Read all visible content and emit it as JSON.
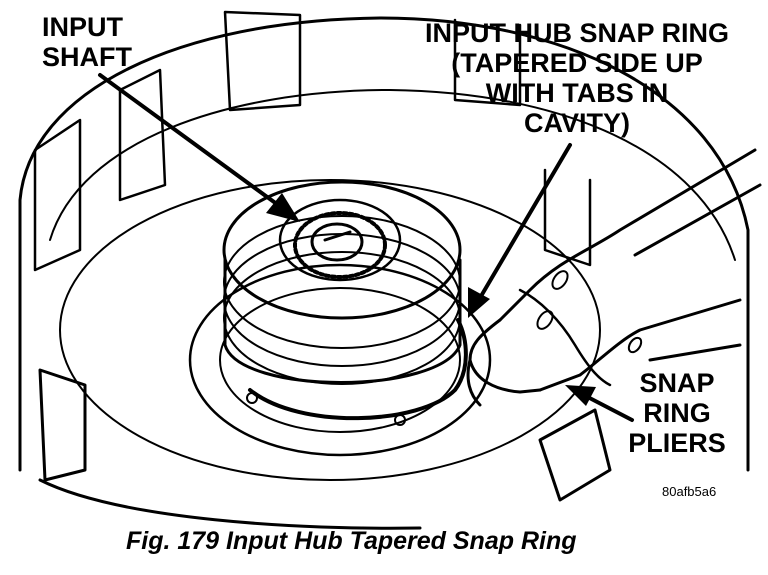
{
  "labels": {
    "input_shaft": [
      "INPUT",
      "SHAFT"
    ],
    "snap_ring": [
      "INPUT HUB SNAP RING",
      "(TAPERED SIDE UP",
      "WITH TABS IN",
      "CAVITY)"
    ],
    "pliers": [
      "SNAP",
      "RING",
      "PLIERS"
    ]
  },
  "figure_code": "80afb5a6",
  "caption": "Fig. 179 Input Hub Tapered Snap Ring"
}
